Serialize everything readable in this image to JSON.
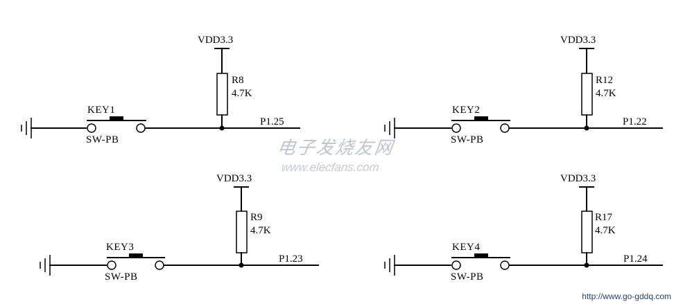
{
  "circuits": [
    {
      "id": "c1",
      "power": "VDD3.3",
      "res_name": "R8",
      "res_value": "4.7K",
      "key_name": "KEY1",
      "switch_type": "SW-PB",
      "net": "P1.25"
    },
    {
      "id": "c2",
      "power": "VDD3.3",
      "res_name": "R12",
      "res_value": "4.7K",
      "key_name": "KEY2",
      "switch_type": "SW-PB",
      "net": "P1.22"
    },
    {
      "id": "c3",
      "power": "VDD3.3",
      "res_name": "R9",
      "res_value": "4.7K",
      "key_name": "KEY3",
      "switch_type": "SW-PB",
      "net": "P1.23"
    },
    {
      "id": "c4",
      "power": "VDD3.3",
      "res_name": "R17",
      "res_value": "4.7K",
      "key_name": "KEY4",
      "switch_type": "SW-PB",
      "net": "P1.24"
    }
  ],
  "watermark": {
    "cn": "电子发烧友网",
    "url": "www.elecfans.com"
  },
  "footer_url": "http://www.go-gddq.com"
}
